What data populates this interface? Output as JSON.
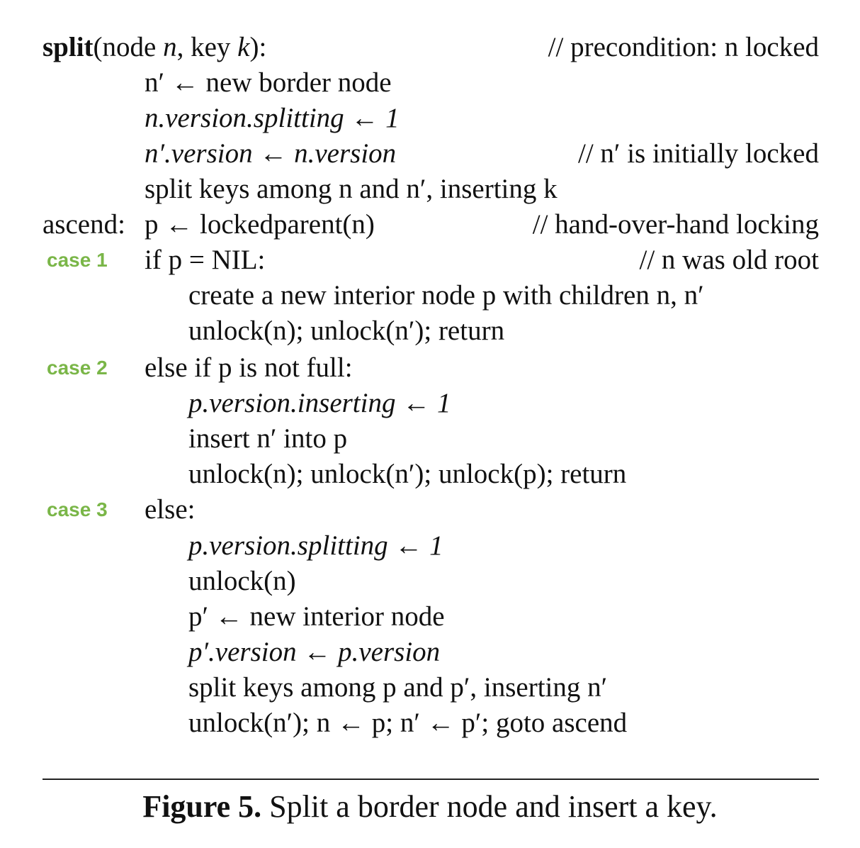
{
  "algorithm": {
    "signature": {
      "name": "split",
      "open": "(node ",
      "p1": "n",
      "sep": ", key ",
      "p2": "k",
      "close": "):"
    },
    "precondition_comment": "// precondition: n locked",
    "lines": {
      "l1": "n′ ← new border node",
      "l2": "n.version.splitting ← 1",
      "l3": "n′.version ← n.version",
      "l3_comment": "// n′ is initially locked",
      "l4": "split keys among n and n′, inserting k",
      "ascend_label": "ascend:",
      "l5": "p ← lockedparent(n)",
      "l5_comment": "// hand-over-hand locking",
      "case1_label": "case 1",
      "l6": "if p = NIL:",
      "l6_comment": "// n was old root",
      "l7": "create a new interior node p with children n, n′",
      "l8": "unlock(n);  unlock(n′);  return",
      "case2_label": "case 2",
      "l9": "else if p is not full:",
      "l10": "p.version.inserting ← 1",
      "l11": "insert n′ into p",
      "l12": "unlock(n);  unlock(n′);  unlock(p);  return",
      "case3_label": "case 3",
      "l13": "else:",
      "l14": "p.version.splitting ← 1",
      "l15": "unlock(n)",
      "l16": "p′ ← new interior node",
      "l17": "p′.version ← p.version",
      "l18": "split keys among p and p′, inserting n′",
      "l19": "unlock(n′);  n ← p;  n′ ← p′;  goto ascend"
    }
  },
  "caption": {
    "number": "Figure 5.",
    "text": "Split a border node and insert a key."
  },
  "colors": {
    "case_label": "#7ab648",
    "text": "#111111"
  }
}
